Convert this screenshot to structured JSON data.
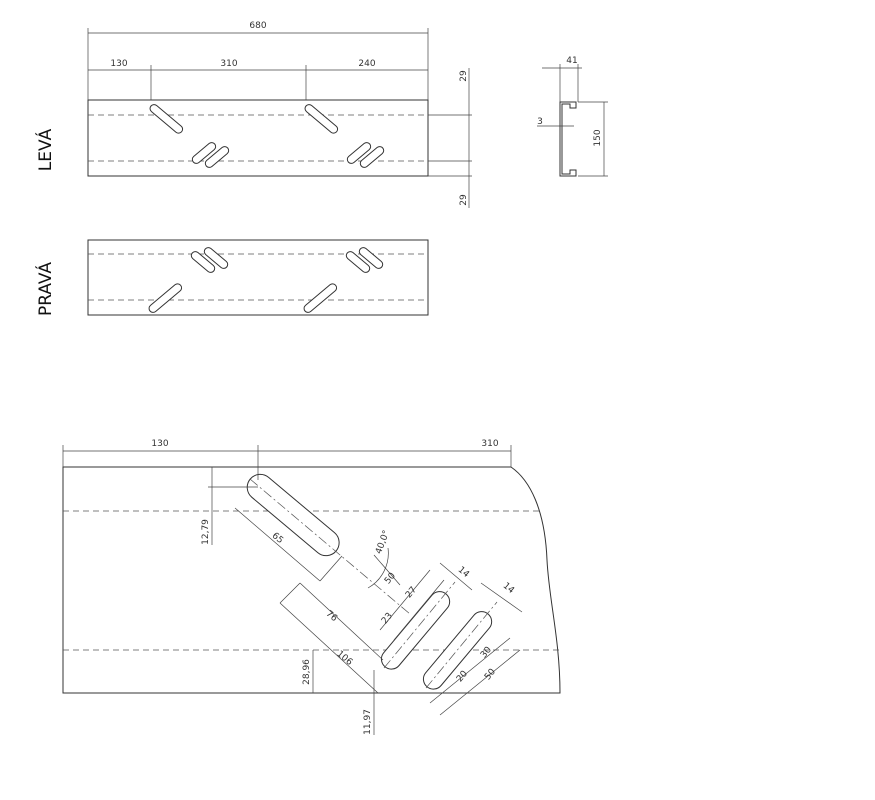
{
  "labels": {
    "left_part": "LEVÁ",
    "right_part": "PRAVÁ"
  },
  "top_view_dims": {
    "overall": "680",
    "seg1": "130",
    "seg2": "310",
    "seg3": "240",
    "edge_top": "29",
    "edge_bottom": "29"
  },
  "profile_dims": {
    "width": "41",
    "lip": "3",
    "height": "150"
  },
  "detail_dims": {
    "offset_x": "130",
    "second_x": "310",
    "v_offset": "12,79",
    "slot_len": "65",
    "angle": "40,0°",
    "pitch_small": "50",
    "spacing_27": "27",
    "spacing_23": "23",
    "width_a": "14",
    "width_b": "14",
    "len_76": "76",
    "len_106": "106",
    "v_2896": "28,96",
    "v_1197": "11,97",
    "dim_30": "30",
    "dim_20": "20",
    "dim_50b": "50"
  }
}
